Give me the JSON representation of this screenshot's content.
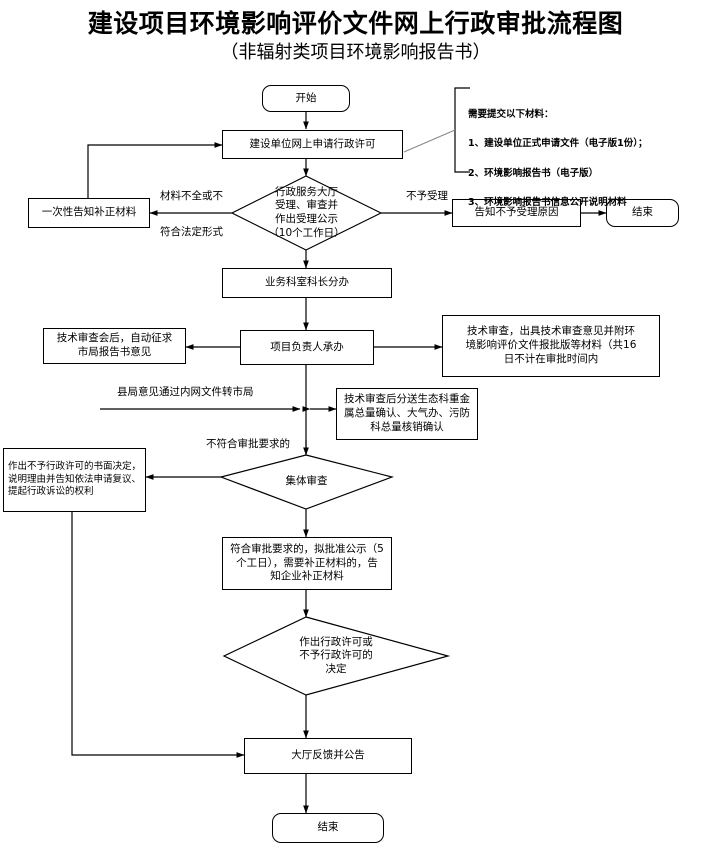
{
  "title": {
    "main": "建设项目环境影响评价文件网上行政审批流程图",
    "sub": "（非辐射类项目环境影响报告书）"
  },
  "nodes": {
    "start": "开始",
    "apply": "建设单位网上申请行政许可",
    "accept_decision": "行政服务大厅\n受理、审查并\n作出受理公示\n（10个工作日）",
    "notify_correction": "一次性告知补正材料",
    "notify_reject_reason": "告知不予受理原因",
    "end_top": "结束",
    "section_chief": "业务科室科长分办",
    "project_lead": "项目负责人承办",
    "auto_solicit": "技术审查会后，自动征求\n市局报告书意见",
    "tech_review": "技术审查，出具技术审查意见并附环\n境影响评价文件报批版等材料（共16\n日不计在审批时间内",
    "distribute": "技术审查后分送生态科重金\n属总量确认、大气办、污防\n科总量核销确认",
    "no_permit_decision": "作出不予行政许可的书面决定，\n说明理由并告知依法申请复议、\n提起行政诉讼的权利",
    "collective_review": "集体审查",
    "approval_publicity": "符合审批要求的，拟批准公示（5\n个工日），需要补正材料的，告\n知企业补正材料",
    "final_decision": "作出行政许可或\n不予行政许可的\n决定",
    "hall_feedback": "大厅反馈并公告",
    "end_bottom": "结束"
  },
  "edge_labels": {
    "incomplete": "材料不全或不",
    "not_legal_form": "符合法定形式",
    "not_accepted": "不予受理",
    "county_opinion": "县局意见通过内网文件转市局",
    "not_meet_requirement": "不符合审批要求的"
  },
  "note": {
    "heading": "需要提交以下材料：",
    "items": [
      "1、建设单位正式申请文件（电子版1份）；",
      "2、环境影响报告书（电子版）",
      "3、环境影响报告书信息公开说明材料"
    ]
  },
  "colors": {
    "line": "#000000",
    "note_line": "#000000",
    "background": "#ffffff",
    "text": "#000000"
  }
}
